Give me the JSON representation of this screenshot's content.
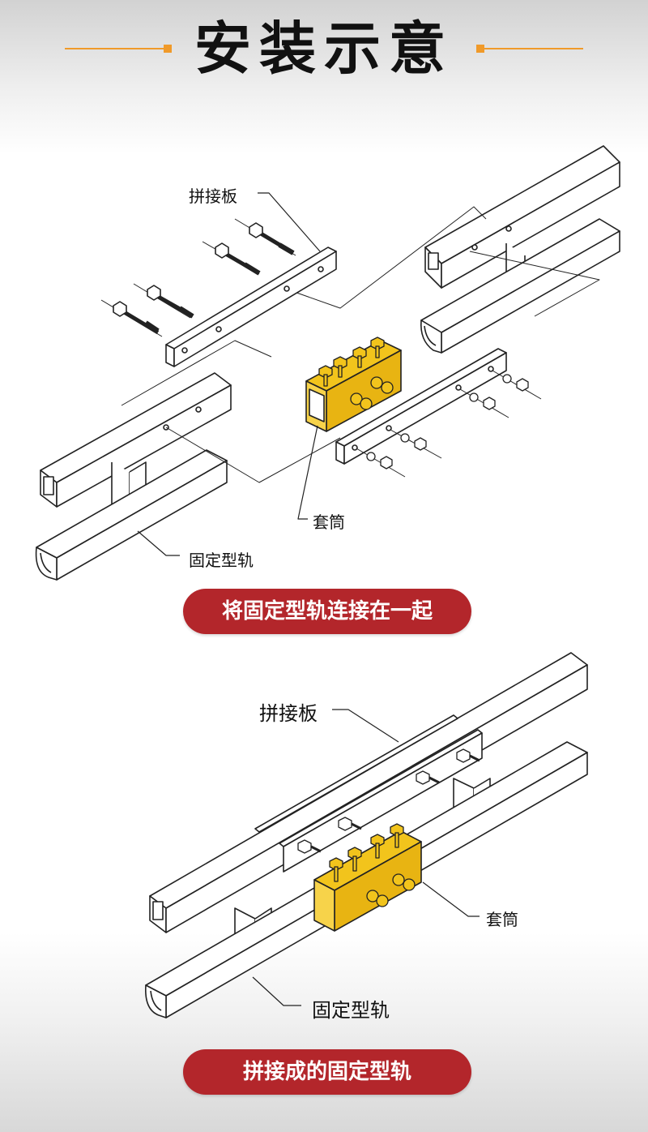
{
  "header": {
    "title": "安装示意"
  },
  "diagram1": {
    "labels": {
      "splice_plate": "拼接板",
      "sleeve": "套筒",
      "fixed_rail": "固定型轨"
    },
    "caption": "将固定型轨连接在一起"
  },
  "diagram2": {
    "labels": {
      "splice_plate": "拼接板",
      "sleeve": "套筒",
      "fixed_rail": "固定型轨"
    },
    "caption": "拼接成的固定型轨"
  },
  "colors": {
    "accent_orange": "#f09a2a",
    "caption_red": "#b3262b",
    "sleeve_yellow": "#f2c41c"
  }
}
